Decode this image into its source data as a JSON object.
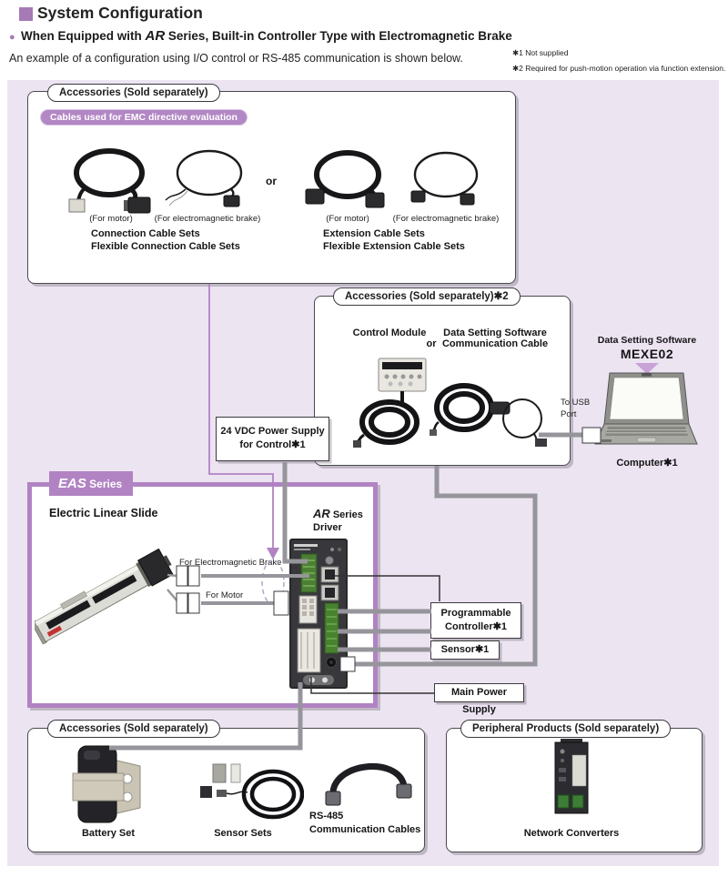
{
  "header": {
    "title": "System Configuration",
    "subtitle_prefix": "When Equipped with ",
    "subtitle_bold": "AR",
    "subtitle_suffix": " Series, Built-in Controller Type with Electromagnetic Brake",
    "description": "An example of a configuration using I/O control or RS-485 communication is shown below.",
    "note1": "✱1 Not supplied",
    "note2": "✱2 Required for push-motion operation via function extension."
  },
  "cables_box": {
    "tab": "Accessories (Sold separately)",
    "badge": "Cables used for EMC directive evaluation",
    "or_label": "or",
    "captions": [
      "(For motor)",
      "(For electromagnetic brake)",
      "(For motor)",
      "(For electromagnetic brake)"
    ],
    "left_set_line1": "Connection Cable Sets",
    "left_set_line2": "Flexible Connection Cable Sets",
    "right_set_line1": "Extension Cable Sets",
    "right_set_line2": "Flexible Extension Cable Sets"
  },
  "control_box": {
    "tab": "Accessories (Sold separately)✱2",
    "item1": "Control Module",
    "or_label": "or",
    "item2_line1": "Data Setting Software",
    "item2_line2": "Communication Cable"
  },
  "computer": {
    "software_label": "Data Setting Software",
    "software_name": "MEXE02",
    "usb_line1": "To USB",
    "usb_line2": "Port",
    "label": "Computer✱1"
  },
  "power24": {
    "line1": "24 VDC Power Supply",
    "line2": "for Control✱1"
  },
  "eas_box": {
    "tab_bold": "EAS",
    "tab_rest": " Series",
    "product_label": "Electric Linear Slide",
    "brake_label": "For Electromagnetic Brake",
    "motor_label": "For Motor"
  },
  "driver": {
    "name_bold": "AR",
    "name_rest": " Series",
    "name_line2": "Driver"
  },
  "right_boxes": {
    "plc_line1": "Programmable",
    "plc_line2": "Controller✱1",
    "sensor": "Sensor✱1",
    "main_power": "Main Power Supply"
  },
  "accessories_box": {
    "tab": "Accessories (Sold separately)",
    "battery": "Battery Set",
    "sensor_sets": "Sensor Sets",
    "rs485_line1": "RS-485",
    "rs485_line2": "Communication Cables"
  },
  "peripheral_box": {
    "tab": "Peripheral Products (Sold separately)",
    "item": "Network Converters"
  },
  "colors": {
    "accent_purple": "#a57ab5",
    "badge_purple": "#b287c4",
    "eas_purple": "#b183c3",
    "line_gray": "#96959b",
    "panel_lavender": "#ece4f1"
  }
}
